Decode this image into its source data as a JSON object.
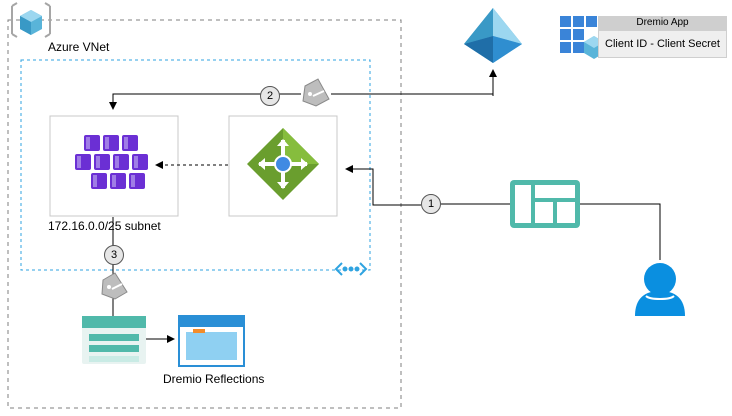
{
  "vnet": {
    "label": "Azure VNet"
  },
  "subnet": {
    "label": "172.16.0.0/25 subnet"
  },
  "storage": {
    "label": "Dremio Reflections"
  },
  "app": {
    "title": "Dremio App",
    "credential": "Client ID - Client Secret"
  },
  "steps": [
    "1",
    "2",
    "3"
  ],
  "colors": {
    "azure_blue": "#2fa3e0",
    "purple": "#6b2fd4",
    "green": "#6a9e2e",
    "teal": "#50b9aa",
    "grey_border": "#b3b3b3"
  },
  "icons": {
    "vnet": "azure-vnet-cube-icon",
    "aad": "azure-active-directory-icon",
    "app_registration": "app-registration-icon",
    "aks": "kubernetes-cluster-icon",
    "app_gateway": "application-gateway-icon",
    "front_door": "front-door-icon",
    "user": "user-icon",
    "storage": "storage-account-icon",
    "data_lake": "data-lake-folder-icon",
    "key": "key-tag-icon",
    "vnet_peering": "virtual-network-icon"
  }
}
